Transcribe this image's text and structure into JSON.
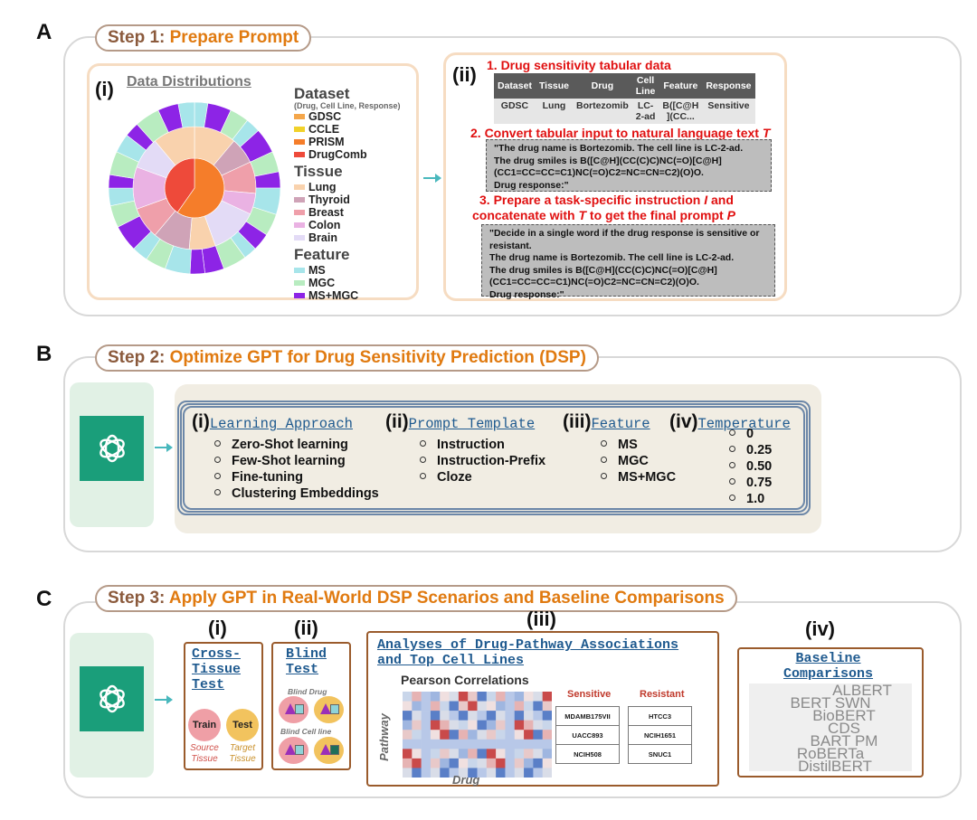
{
  "panel_a": {
    "letter": "A",
    "step_prefix": "Step 1: ",
    "step_title": "Prepare Prompt",
    "sub_i": {
      "roman": "(i)",
      "title": "Data Distributions",
      "legend": {
        "dataset_title": "Dataset",
        "dataset_sub": "(Drug, Cell Line, Response)",
        "dataset_items": [
          {
            "label": "GDSC",
            "color": "#f4a64a"
          },
          {
            "label": "CCLE",
            "color": "#f1d22a"
          },
          {
            "label": "PRISM",
            "color": "#f57d2a"
          },
          {
            "label": "DrugComb",
            "color": "#ee4a3a"
          }
        ],
        "tissue_title": "Tissue",
        "tissue_items": [
          {
            "label": "Lung",
            "color": "#f9d2ad"
          },
          {
            "label": "Thyroid",
            "color": "#cfa3b7"
          },
          {
            "label": "Breast",
            "color": "#ef9faa"
          },
          {
            "label": "Colon",
            "color": "#eab2e3"
          },
          {
            "label": "Brain",
            "color": "#e3dbf6"
          }
        ],
        "feature_title": "Feature",
        "feature_items": [
          {
            "label": "MS",
            "color": "#a7e5ea"
          },
          {
            "label": "MGC",
            "color": "#b8ecc0"
          },
          {
            "label": "MS+MGC",
            "color": "#8d24e6"
          }
        ]
      }
    },
    "sub_ii": {
      "roman": "(ii)",
      "step1": "1. Drug sensitivity tabular data",
      "table_headers": [
        "Dataset",
        "Tissue",
        "Drug",
        "Cell\nLine",
        "Feature",
        "Response"
      ],
      "table_row": [
        "GDSC",
        "Lung",
        "Bortezomib",
        "LC-\n2-ad",
        "B([C@H\n](CC...",
        "Sensitive"
      ],
      "step2": "2. Convert tabular input to natural language text ",
      "step2_var": "T",
      "text_t": [
        "\"The drug name is Bortezomib. The cell line is LC-2-ad.",
        "The drug smiles is B([C@H](CC(C)C)NC(=O)[C@H]",
        "(CC1=CC=CC=C1)NC(=O)C2=NC=CN=C2)(O)O.",
        "Drug response:\""
      ],
      "step3_line1_a": "3. Prepare a task-specific instruction ",
      "step3_var_i": "I",
      "step3_line1_b": " and",
      "step3_line2_a": "concatenate with ",
      "step3_var_t": "T",
      "step3_line2_b": " to get the final prompt ",
      "step3_var_p": "P",
      "text_p": [
        "\"Decide in a single word if the drug response is sensitive or",
        "resistant.",
        "The drug name is Bortezomib. The cell line is LC-2-ad.",
        "The drug smiles is B([C@H](CC(C)C)NC(=O)[C@H]",
        "(CC1=CC=CC=C1)NC(=O)C2=NC=CN=C2)(O)O.",
        "Drug response:\""
      ]
    }
  },
  "panel_b": {
    "letter": "B",
    "step_prefix": "Step 2: ",
    "step_title": "Optimize GPT for Drug Sensitivity Prediction (DSP)",
    "cols": [
      {
        "roman": "(i)",
        "title": "Learning Approach",
        "items": [
          "Zero-Shot learning",
          "Few-Shot learning",
          "Fine-tuning",
          "Clustering Embeddings"
        ]
      },
      {
        "roman": "(ii)",
        "title": "Prompt Template",
        "items": [
          "Instruction",
          "Instruction-Prefix",
          "Cloze"
        ]
      },
      {
        "roman": "(iii)",
        "title": "Feature",
        "items": [
          "MS",
          "MGC",
          "MS+MGC"
        ]
      },
      {
        "roman": "(iv)",
        "title": "Temperature",
        "items": [
          "0",
          "0.25",
          "0.50",
          "0.75",
          "1.0"
        ]
      }
    ]
  },
  "panel_c": {
    "letter": "C",
    "step_prefix": "Step 3: ",
    "step_title": "Apply GPT in Real-World DSP Scenarios and Baseline Comparisons",
    "sub_i": {
      "roman": "(i)",
      "title": [
        "Cross-",
        "Tissue",
        "Test"
      ],
      "train": "Train",
      "test": "Test",
      "source": [
        "Source",
        "Tissue"
      ],
      "target": [
        "Target",
        "Tissue"
      ]
    },
    "sub_ii": {
      "roman": "(ii)",
      "title": [
        "Blind",
        "Test"
      ],
      "blind_drug": "Blind Drug",
      "blind_cell": "Blind Cell line"
    },
    "sub_iii": {
      "roman": "(iii)",
      "title": [
        "Analyses of Drug-Pathway Associations",
        "and Top Cell Lines"
      ],
      "heatmap_title": "Pearson Correlations",
      "y_label": "Pathway",
      "x_label": "Drug",
      "sensitive_label": "Sensitive",
      "resistant_label": "Resistant",
      "sensitive": [
        "MDAMB175VII",
        "UACC893",
        "NCIH508"
      ],
      "resistant": [
        "HTCC3",
        "NCIH1651",
        "SNUC1"
      ]
    },
    "sub_iv": {
      "roman": "(iv)",
      "title": [
        "Baseline",
        "Comparisons"
      ],
      "models": [
        "ALBERT",
        "BERT SWN",
        "BioBERT",
        "CDS",
        "BART PM",
        "RoBERTa",
        "DistilBERT"
      ]
    }
  },
  "colors": {
    "step_brown": "#8b5a3c",
    "step_orange": "#e07a10",
    "link_blue": "#1f5a8f",
    "instruction_red": "#e01010",
    "gpt_green": "#1a9e7a",
    "arrow_teal": "#49b8bd"
  }
}
